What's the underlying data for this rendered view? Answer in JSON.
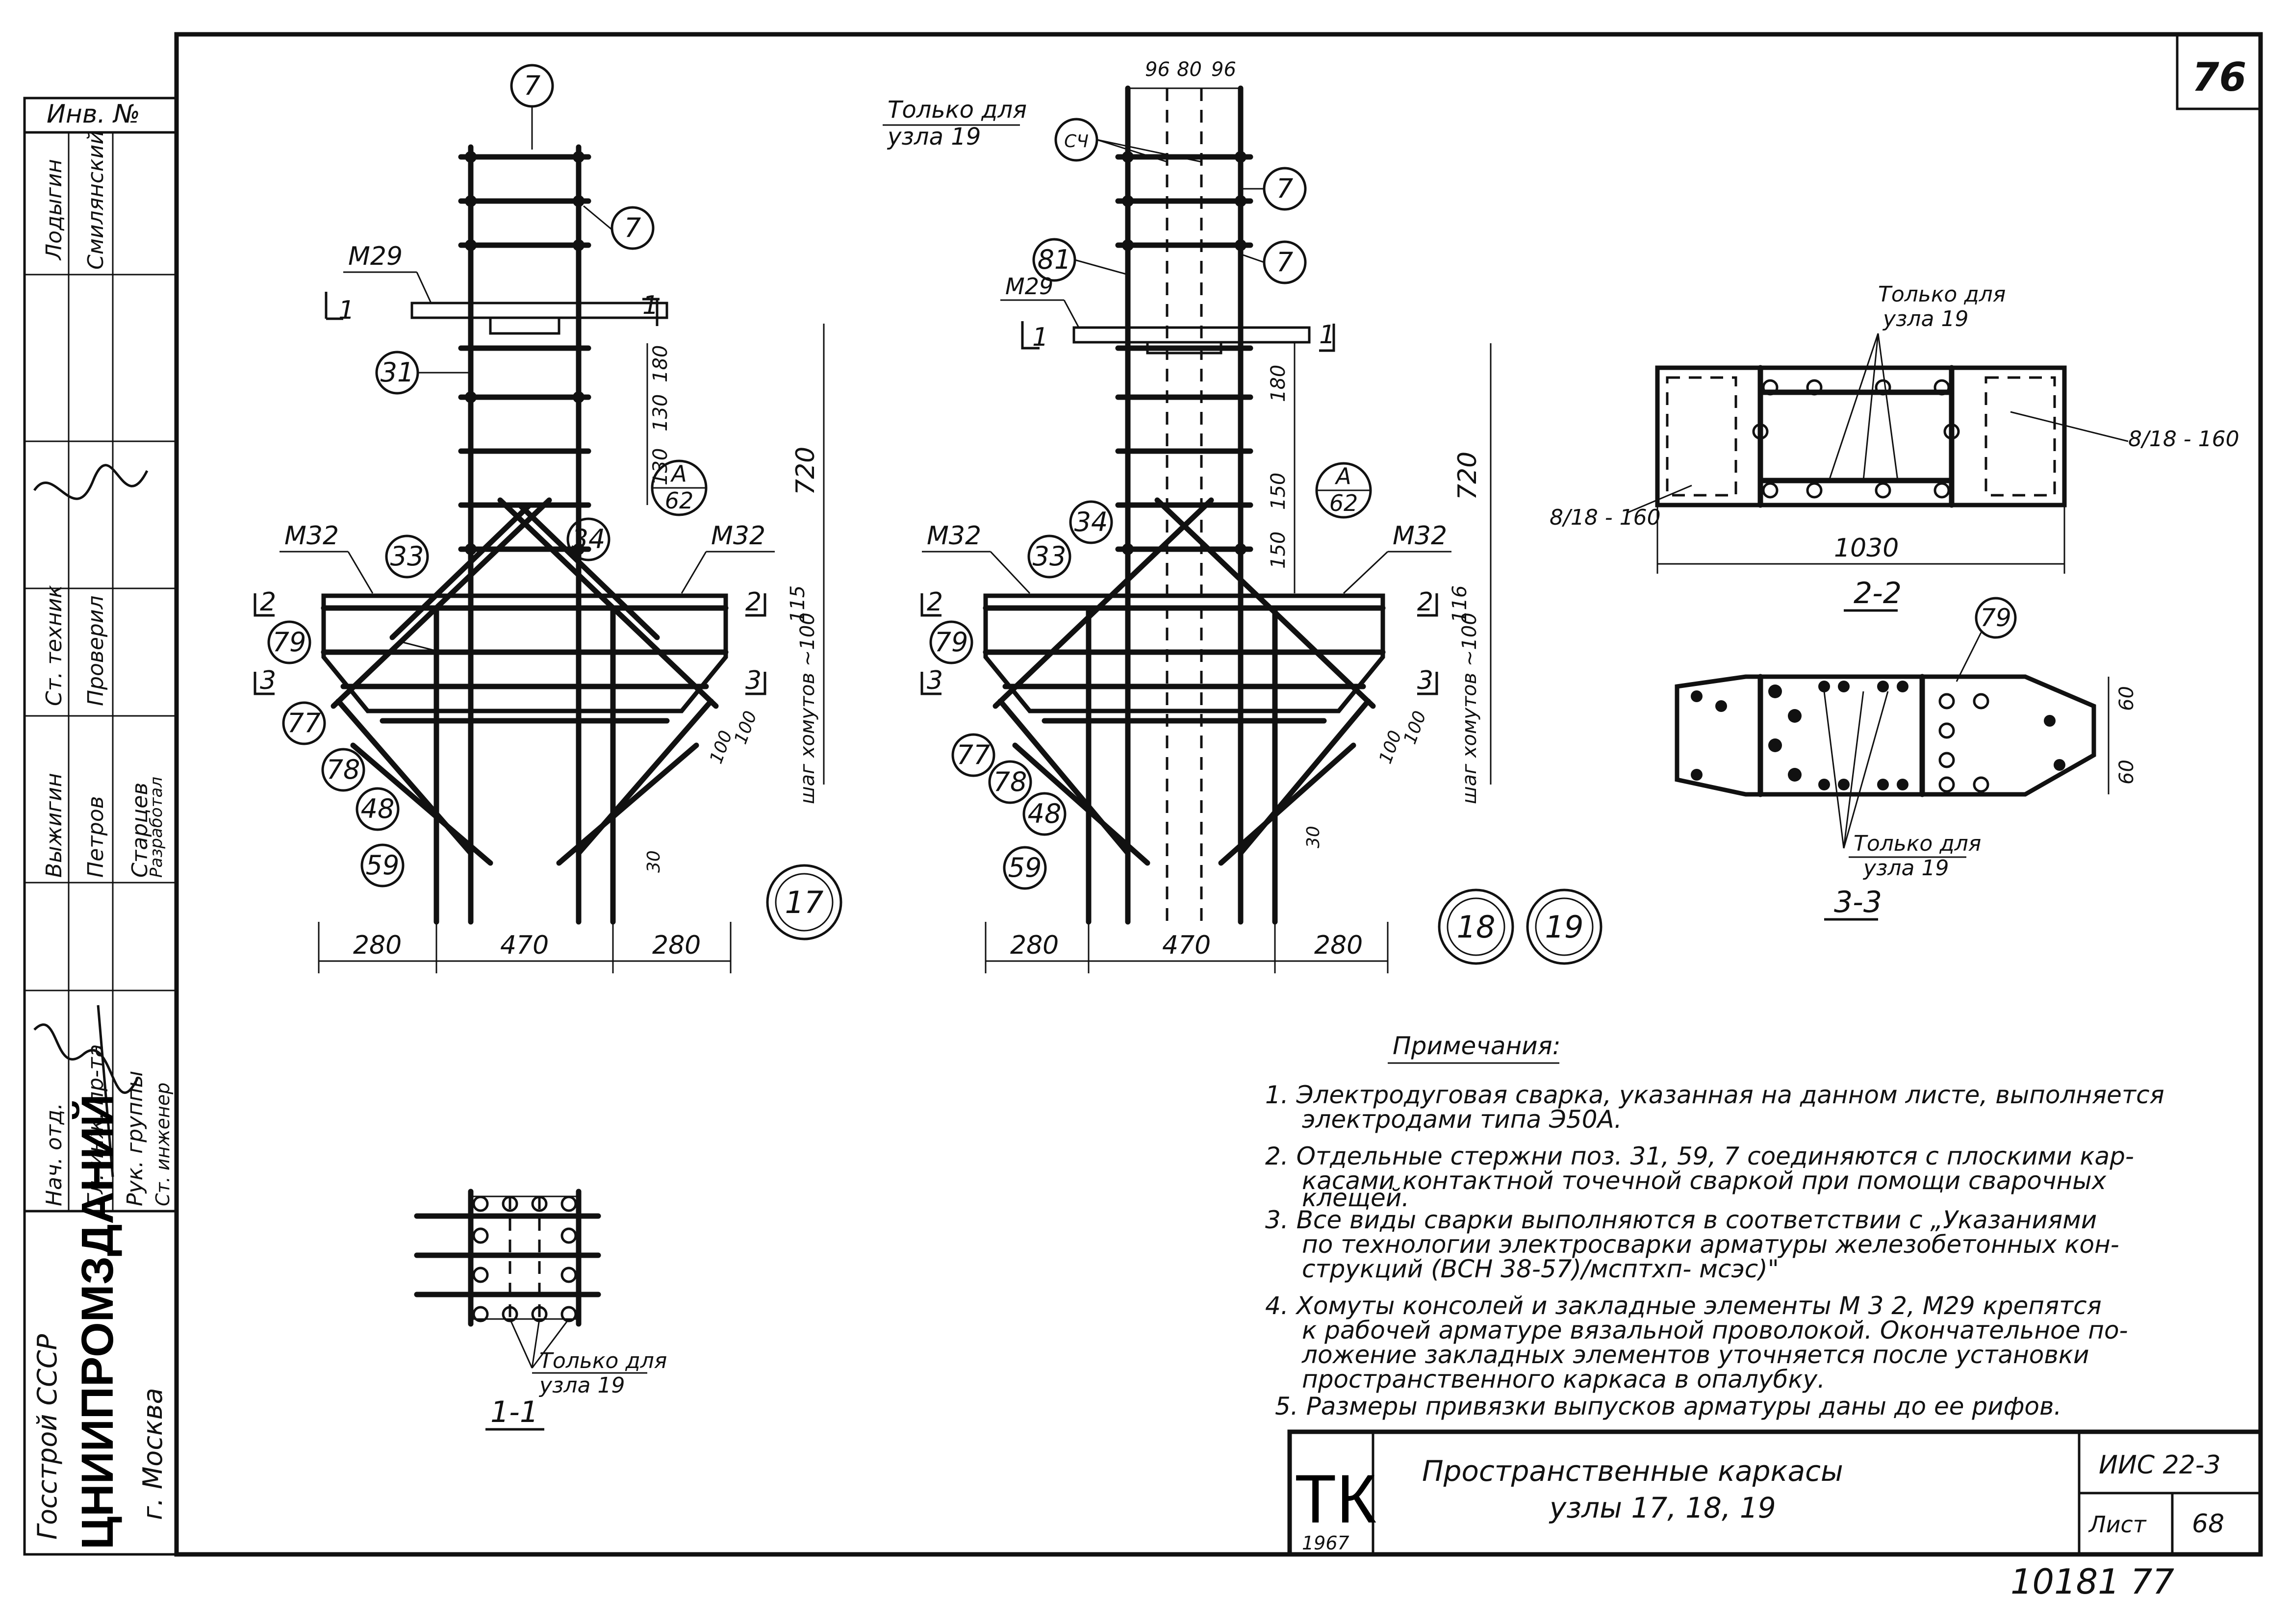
{
  "sheet_badge": "76",
  "stamp": {
    "inv_no": "Инв. №",
    "rows": [
      {
        "role": "Нач. отд.",
        "name": "Лодыгин"
      },
      {
        "role": "Гл. инж. пр-та",
        "name": "Смилянский"
      },
      {
        "role": "Ст. техник",
        "name": "Проверил"
      },
      {
        "role": "Рук. группы",
        "name": "Выжигин"
      },
      {
        "role": "Ст. инженер",
        "name": "Петров"
      },
      {
        "role": "",
        "name": "Старцев"
      },
      {
        "role": "",
        "name": "Разработал"
      }
    ],
    "org1": "Госстрой СССР",
    "org2": "ЦНИИПРОМЗДАНИЙ",
    "org3": "г. Москва"
  },
  "node17": {
    "marks": {
      "m29": "М29",
      "m32l": "М32",
      "m32r": "М32"
    },
    "callouts": [
      "7",
      "7",
      "31",
      "33",
      "34",
      "79",
      "77",
      "78",
      "48",
      "59"
    ],
    "detail": {
      "top": "А",
      "bottom": "62"
    },
    "dims": {
      "d180": "180",
      "d130a": "130",
      "d130b": "130",
      "d720": "720",
      "d115": "115",
      "d100a": "100",
      "d100b": "100",
      "shag": "шаг хомутов ~100",
      "d30": "30"
    },
    "bottom_dims": [
      "280",
      "470",
      "280"
    ],
    "sec1": "1",
    "sec2": "2",
    "sec3": "3",
    "node_id": "17"
  },
  "node1819": {
    "only_for": "Только для",
    "uzla": "узла 19",
    "top_dims": [
      "96",
      "80",
      "96"
    ],
    "marks": {
      "m29": "М29",
      "m32l": "М32",
      "m32r": "М32"
    },
    "callouts": [
      "СЧ",
      "7",
      "81",
      "7",
      "34",
      "33",
      "79",
      "77",
      "78",
      "48",
      "59"
    ],
    "detail": {
      "top": "А",
      "bottom": "62"
    },
    "dims": {
      "d180": "180",
      "d150a": "150",
      "d150b": "150",
      "d720": "720",
      "d116": "116",
      "d100a": "100",
      "d100b": "100",
      "shag": "шаг хомутов ~100",
      "d30": "30"
    },
    "bottom_dims": [
      "280",
      "470",
      "280"
    ],
    "sec1": "1",
    "sec2": "2",
    "sec3": "3",
    "node_ids": [
      "18",
      "19"
    ]
  },
  "section22": {
    "only_for": "Только для",
    "uzla": "узла 19",
    "label_left": "8/18 - 160",
    "label_right": "8/18 - 160",
    "width": "1030",
    "title": "2-2"
  },
  "section33": {
    "callout": "79",
    "dim60a": "60",
    "dim60b": "60",
    "only_for": "Только для",
    "uzla": "узла 19",
    "title": "3-3"
  },
  "section11": {
    "only_for": "Только для",
    "uzla": "узла 19",
    "title": "1-1"
  },
  "notes": {
    "title": "Примечания:",
    "items": [
      "1. Электродуговая сварка, указанная на данном листе, выполняется",
      "электродами типа Э50А.",
      "2. Отдельные стержни поз. 31, 59, 7 соединяются с плоскими кар-",
      "касами контактной точечной сваркой при помощи сварочных",
      "клещей.",
      "3. Все виды сварки выполняются в соответствии с „Указаниями",
      "по технологии электросварки арматуры железобетонных кон-",
      "струкций (ВСН 38-57)/мсптхп- мсэс)\"",
      "4. Хомуты консолей и закладные элементы М 3 2, М29 крепятся",
      "к рабочей арматуре вязальной проволокой. Окончательное по-",
      "ложение закладных элементов уточняется после установки",
      "пространственного каркаса в опалубку.",
      "5. Размеры привязки выпусков арматуры даны до ее рифов."
    ]
  },
  "title_block": {
    "logo": "ТК",
    "year": "1967",
    "title1": "Пространственные каркасы",
    "title2": "узлы 17, 18, 19",
    "series": "ИИС 22-3",
    "list_label": "Лист",
    "list_no": "68"
  },
  "footer": "10181 77"
}
